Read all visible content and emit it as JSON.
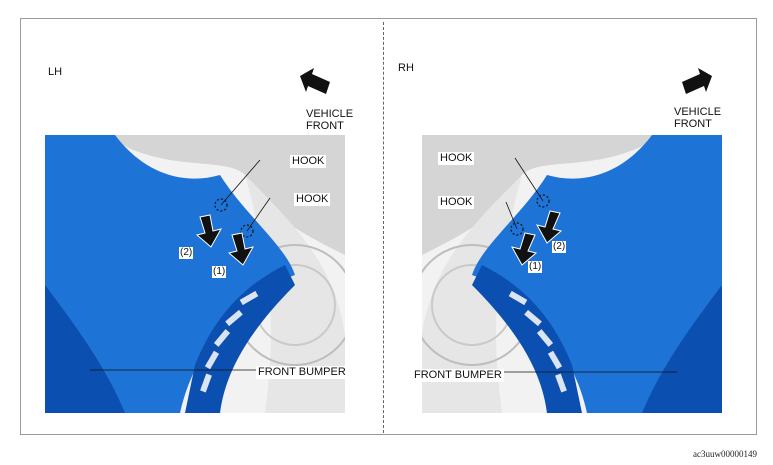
{
  "left_panel": {
    "side": "LH",
    "vehicle_front": [
      "VEHICLE",
      "FRONT"
    ],
    "hook_labels": [
      "HOOK",
      "HOOK"
    ],
    "steps": [
      "(2)",
      "(1)"
    ],
    "part_label": "FRONT BUMPER"
  },
  "right_panel": {
    "side": "RH",
    "vehicle_front": [
      "VEHICLE",
      "FRONT"
    ],
    "hook_labels": [
      "HOOK",
      "HOOK"
    ],
    "steps": [
      "(1)",
      "(2)"
    ],
    "part_label": "FRONT BUMPER"
  },
  "figure_id": "ac3uuw00000149",
  "colors": {
    "bumper_blue": "#1e73d6",
    "bumper_dark": "#0b4fb0",
    "body_gray": "#d9d9d9",
    "arrow": "#111111"
  }
}
